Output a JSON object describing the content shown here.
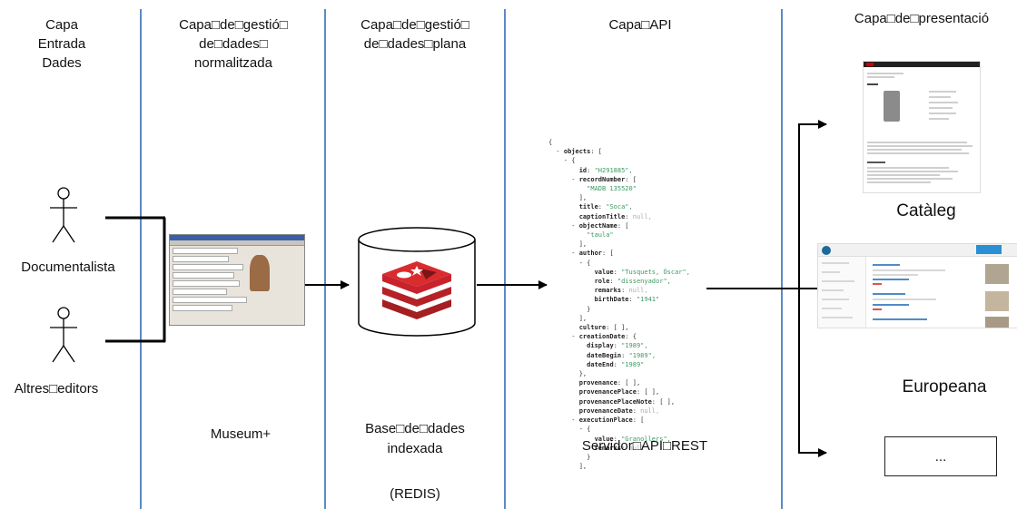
{
  "headers": {
    "entrada": "Capa\nEntrada\nDades",
    "normalitzada": "Capa□de□gestió□\nde□dades□\nnormalitzada",
    "plana": "Capa□de□gestió□\nde□dades□plana",
    "api": "Capa□API",
    "presentacio": "Capa□de□presentació"
  },
  "actors": {
    "documentalista": "Documentalista",
    "altres": "Altres□editors"
  },
  "labels": {
    "museum": "Museum+",
    "base": "Base□de□dades\nindexada",
    "redis": "(REDIS)",
    "servidor": "Servidor□API□REST"
  },
  "outputs": {
    "cataleg": "Catàleg",
    "europeana": "Europeana",
    "more": "..."
  },
  "colors": {
    "separator": "#5b8ac6",
    "redis_red": "#c8232c",
    "json_string": "#3a9a62"
  },
  "json_lines": [
    "{",
    "  - objects: [",
    "    - {",
    "        id: \"H291885\",",
    "      - recordNumber: [",
    "          \"MADB 135520\"",
    "        ],",
    "        title: \"Soca\",",
    "        captionTitle: null,",
    "      - objectName: [",
    "          \"taula\"",
    "        ],",
    "      - author: [",
    "        - {",
    "            value: \"Tusquets, Óscar\",",
    "            role: \"dissenyador\",",
    "            remarks: null,",
    "            birthDate: \"1941\"",
    "          }",
    "        ],",
    "        culture: [ ],",
    "      - creationDate: {",
    "          display: \"1989\",",
    "          dateBegin: \"1989\",",
    "          dateEnd: \"1989\"",
    "        },",
    "        provenance: [ ],",
    "        provenancePlace: [ ],",
    "        provenancePlaceNote: [ ],",
    "        provenanceDate: null,",
    "      - executionPlace: [",
    "        - {",
    "            value: \"Granollers\",",
    "            remarks: null",
    "          }",
    "        ],"
  ]
}
